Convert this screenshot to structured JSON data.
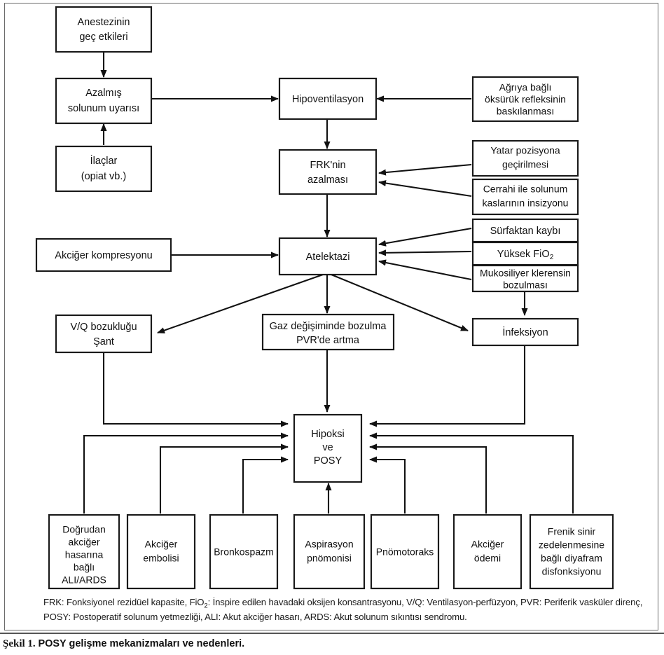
{
  "figure": {
    "caption_label": "Şekil 1.",
    "caption_text": "POSY gelişme mekanizmaları ve nedenleri.",
    "legend_line1_a": "FRK: Fonksiyonel rezidüel kapasite, FiO",
    "legend_line1_sub": "2",
    "legend_line1_b": ": İnspire edilen havadaki oksijen konsantrasyonu, V/Q: Ventilasyon-perfüzyon,",
    "legend_line2": "PVR: Periferik vasküler direnç, POSY: Postoperatif solunum yetmezliği, ALI: Akut akciğer hasarı, ARDS: Akut solunum",
    "legend_line3": "sıkıntısı sendromu."
  },
  "chart_data": {
    "type": "diagram",
    "title": "POSY gelişme mekanizmaları ve nedenleri",
    "nodes": [
      {
        "id": "anestezi",
        "lines": [
          "Anestezinin",
          "geç etkileri"
        ]
      },
      {
        "id": "azalmis",
        "lines": [
          "Azalmış",
          "solunum uyarısı"
        ]
      },
      {
        "id": "ilaclar",
        "lines": [
          "İlaçlar",
          "(opiat vb.)"
        ]
      },
      {
        "id": "hipoventilasyon",
        "lines": [
          "Hipoventilasyon"
        ]
      },
      {
        "id": "agri",
        "lines": [
          "Ağrıya bağlı",
          "öksürük refleksinin",
          "baskılanması"
        ]
      },
      {
        "id": "frk",
        "lines": [
          "FRK'nin",
          "azalması"
        ]
      },
      {
        "id": "yatar",
        "lines": [
          "Yatar pozisyona",
          "geçirilmesi"
        ]
      },
      {
        "id": "cerrahi",
        "lines": [
          "Cerrahi ile solunum",
          "kaslarının insizyonu"
        ]
      },
      {
        "id": "kompresyon",
        "lines": [
          "Akciğer kompresyonu"
        ]
      },
      {
        "id": "atelektazi",
        "lines": [
          "Atelektazi"
        ]
      },
      {
        "id": "surfaktan",
        "lines": [
          "Sürfaktan kaybı"
        ]
      },
      {
        "id": "fio2",
        "lines": [
          "Yüksek FiO2"
        ]
      },
      {
        "id": "mukosiliyer",
        "lines": [
          "Mukosiliyer klerensin",
          "bozulması"
        ]
      },
      {
        "id": "vq",
        "lines": [
          "V/Q bozukluğu",
          "Şant"
        ]
      },
      {
        "id": "gaz",
        "lines": [
          "Gaz değişiminde bozulma",
          "PVR'de artma"
        ]
      },
      {
        "id": "infeksiyon",
        "lines": [
          "İnfeksiyon"
        ]
      },
      {
        "id": "hipoksi",
        "lines": [
          "Hipoksi",
          "ve",
          "POSY"
        ]
      },
      {
        "id": "dogrudan",
        "lines": [
          "Doğrudan",
          "akciğer",
          "hasarına",
          "bağlı",
          "ALI/ARDS"
        ]
      },
      {
        "id": "emboli",
        "lines": [
          "Akciğer",
          "embolisi"
        ]
      },
      {
        "id": "bronkospazm",
        "lines": [
          "Bronkospazm"
        ]
      },
      {
        "id": "aspirasyon",
        "lines": [
          "Aspirasyon",
          "pnömonisi"
        ]
      },
      {
        "id": "pnomotoraks",
        "lines": [
          "Pnömotoraks"
        ]
      },
      {
        "id": "odem",
        "lines": [
          "Akciğer",
          "ödemi"
        ]
      },
      {
        "id": "frenik",
        "lines": [
          "Frenik sinir",
          "zedelenmesine",
          "bağlı diyafram",
          "disfonksiyonu"
        ]
      }
    ],
    "edges": [
      {
        "from": "anestezi",
        "to": "azalmis"
      },
      {
        "from": "ilaclar",
        "to": "azalmis"
      },
      {
        "from": "azalmis",
        "to": "hipoventilasyon"
      },
      {
        "from": "agri",
        "to": "hipoventilasyon"
      },
      {
        "from": "hipoventilasyon",
        "to": "frk"
      },
      {
        "from": "yatar",
        "to": "frk"
      },
      {
        "from": "cerrahi",
        "to": "frk"
      },
      {
        "from": "frk",
        "to": "atelektazi"
      },
      {
        "from": "kompresyon",
        "to": "atelektazi"
      },
      {
        "from": "surfaktan",
        "to": "atelektazi"
      },
      {
        "from": "fio2",
        "to": "atelektazi"
      },
      {
        "from": "mukosiliyer",
        "to": "atelektazi"
      },
      {
        "from": "mukosiliyer",
        "to": "infeksiyon"
      },
      {
        "from": "atelektazi",
        "to": "vq"
      },
      {
        "from": "atelektazi",
        "to": "gaz"
      },
      {
        "from": "atelektazi",
        "to": "infeksiyon"
      },
      {
        "from": "vq",
        "to": "hipoksi"
      },
      {
        "from": "gaz",
        "to": "hipoksi"
      },
      {
        "from": "infeksiyon",
        "to": "hipoksi"
      },
      {
        "from": "dogrudan",
        "to": "hipoksi"
      },
      {
        "from": "emboli",
        "to": "hipoksi"
      },
      {
        "from": "bronkospazm",
        "to": "hipoksi"
      },
      {
        "from": "aspirasyon",
        "to": "hipoksi"
      },
      {
        "from": "pnomotoraks",
        "to": "hipoksi"
      },
      {
        "from": "odem",
        "to": "hipoksi"
      },
      {
        "from": "frenik",
        "to": "hipoksi"
      }
    ]
  },
  "nodes": {
    "anestezi": {
      "l1": "Anestezinin",
      "l2": "geç etkileri"
    },
    "azalmis": {
      "l1": "Azalmış",
      "l2": "solunum uyarısı"
    },
    "ilaclar": {
      "l1": "İlaçlar",
      "l2": "(opiat vb.)"
    },
    "hipoventilasyon": {
      "l1": "Hipoventilasyon"
    },
    "agri": {
      "l1": "Ağrıya bağlı",
      "l2": "öksürük refleksinin",
      "l3": "baskılanması"
    },
    "frk": {
      "l1": "FRK'nin",
      "l2": "azalması"
    },
    "yatar": {
      "l1": "Yatar pozisyona",
      "l2": "geçirilmesi"
    },
    "cerrahi": {
      "l1": "Cerrahi ile solunum",
      "l2": "kaslarının insizyonu"
    },
    "kompresyon": {
      "l1": "Akciğer kompresyonu"
    },
    "atelektazi": {
      "l1": "Atelektazi"
    },
    "surfaktan": {
      "l1": "Sürfaktan kaybı"
    },
    "fio2": {
      "l1": "Yüksek FiO",
      "sub": "2"
    },
    "mukosiliyer": {
      "l1": "Mukosiliyer klerensin",
      "l2": "bozulması"
    },
    "vq": {
      "l1": "V/Q bozukluğu",
      "l2": "Şant"
    },
    "gaz": {
      "l1": "Gaz değişiminde bozulma",
      "l2": "PVR'de artma"
    },
    "infeksiyon": {
      "l1": "İnfeksiyon"
    },
    "hipoksi": {
      "l1": "Hipoksi",
      "l2": "ve",
      "l3": "POSY"
    },
    "dogrudan": {
      "l1": "Doğrudan",
      "l2": "akciğer",
      "l3": "hasarına",
      "l4": "bağlı",
      "l5": "ALI/ARDS"
    },
    "emboli": {
      "l1": "Akciğer",
      "l2": "embolisi"
    },
    "bronkospazm": {
      "l1": "Bronkospazm"
    },
    "aspirasyon": {
      "l1": "Aspirasyon",
      "l2": "pnömonisi"
    },
    "pnomotoraks": {
      "l1": "Pnömotoraks"
    },
    "odem": {
      "l1": "Akciğer",
      "l2": "ödemi"
    },
    "frenik": {
      "l1": "Frenik sinir",
      "l2": "zedelenmesine",
      "l3": "bağlı diyafram",
      "l4": "disfonksiyonu"
    }
  },
  "colors": {
    "box_stroke": "#1a1a1a",
    "line": "#111111",
    "frame": "#6b6b6b",
    "background": "#ffffff"
  }
}
